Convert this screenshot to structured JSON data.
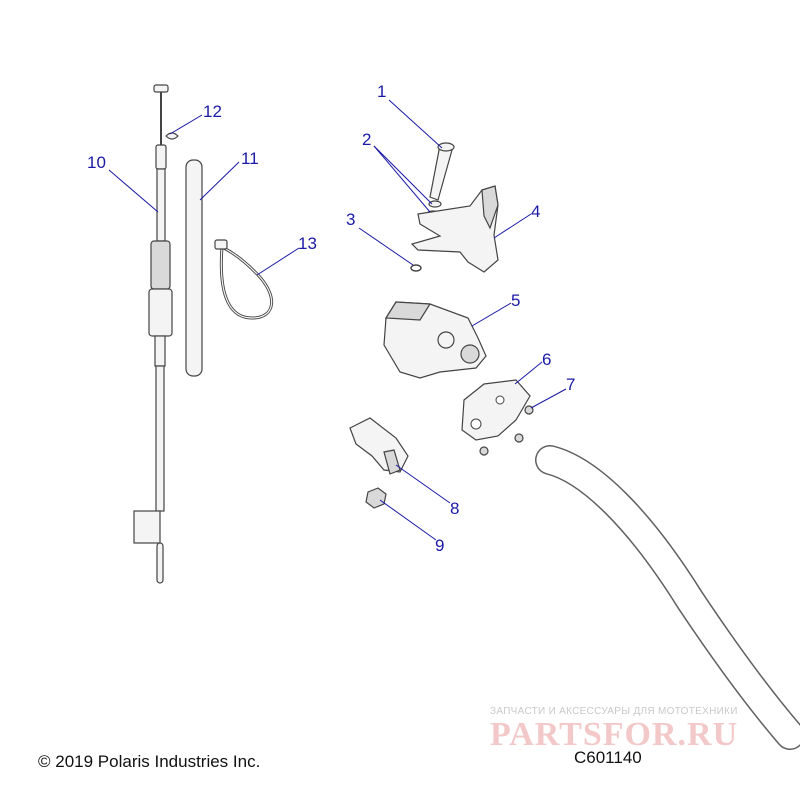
{
  "callouts": [
    {
      "label": "1"
    },
    {
      "label": "2"
    },
    {
      "label": "3"
    },
    {
      "label": "4"
    },
    {
      "label": "5"
    },
    {
      "label": "6"
    },
    {
      "label": "7"
    },
    {
      "label": "8"
    },
    {
      "label": "9"
    },
    {
      "label": "10"
    },
    {
      "label": "11"
    },
    {
      "label": "12"
    },
    {
      "label": "13"
    }
  ],
  "footer": {
    "copyright": "© 2019 Polaris Industries Inc.",
    "diagram_code": "C601140"
  },
  "watermark": {
    "tagline": "ЗАПЧАСТИ И АКСЕССУАРЫ ДЛЯ МОТОТЕХНИКИ",
    "logo": "PARTSFOR.RU"
  },
  "colors": {
    "callout": "#1a1aa6",
    "line_art": "#444444"
  }
}
